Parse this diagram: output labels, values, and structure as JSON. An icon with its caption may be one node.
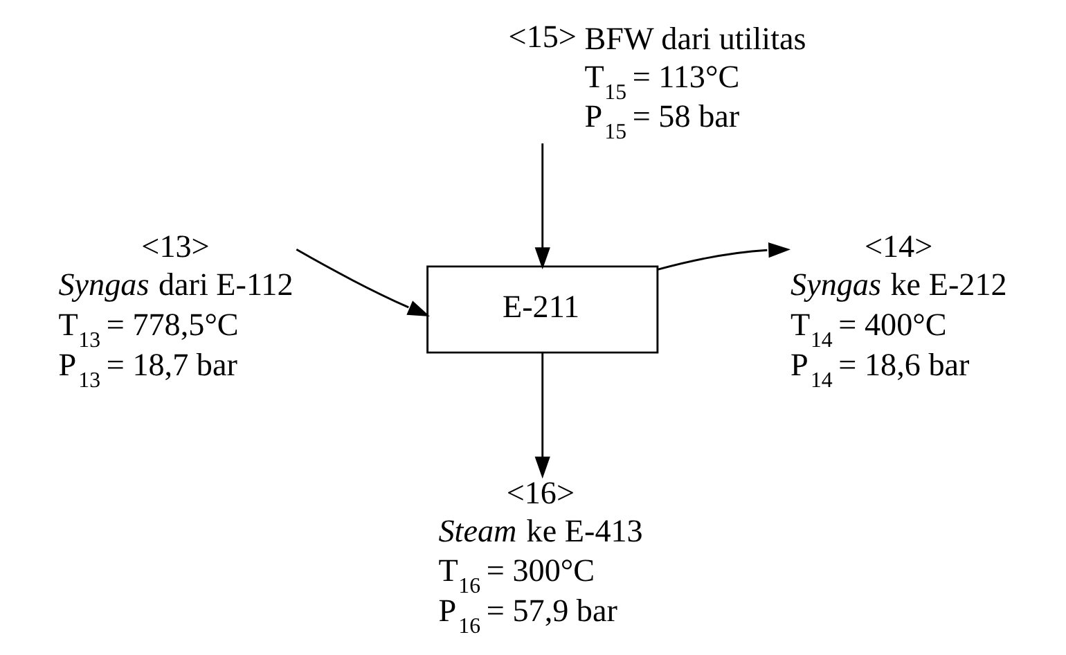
{
  "diagram": {
    "nodes": [
      {
        "text": [
          "<15>"
        ],
        "beside": [
          "BFW dari utilitas",
          "T$_{15}$ = 113°C",
          "P$_{15}$ = 58 bar"
        ]
      },
      {
        "text": [
          "<13>"
        ],
        "beside": [
          "*Syngas* dari E-112",
          "T$_{13}$ = 778,5°C",
          "P$_{13}$ = 18,7 bar"
        ]
      },
      {
        "text": [
          "E-211"
        ]
      },
      {
        "text": [
          "<14>"
        ],
        "beside": [
          "*Syngas* ke E-212",
          "T$_{14}$ = 400°C",
          "P$_{14}$ = 18,6 bar"
        ]
      },
      {
        "text": [
          "<16>"
        ],
        "beside": [
          "*Steam* ke E-413",
          "T$_{16}$ = 300°C",
          "P$_{16}$ = 57,9 bar"
        ]
      }
    ],
    "edges": [
      {
        "from": 0,
        "to": 2,
        "arrow": "to"
      },
      {
        "from": 1,
        "to": 2,
        "arrow": "to"
      },
      {
        "from": 2,
        "to": 3,
        "arrow": "to"
      },
      {
        "from": 2,
        "to": 4,
        "arrow": "to"
      }
    ]
  }
}
